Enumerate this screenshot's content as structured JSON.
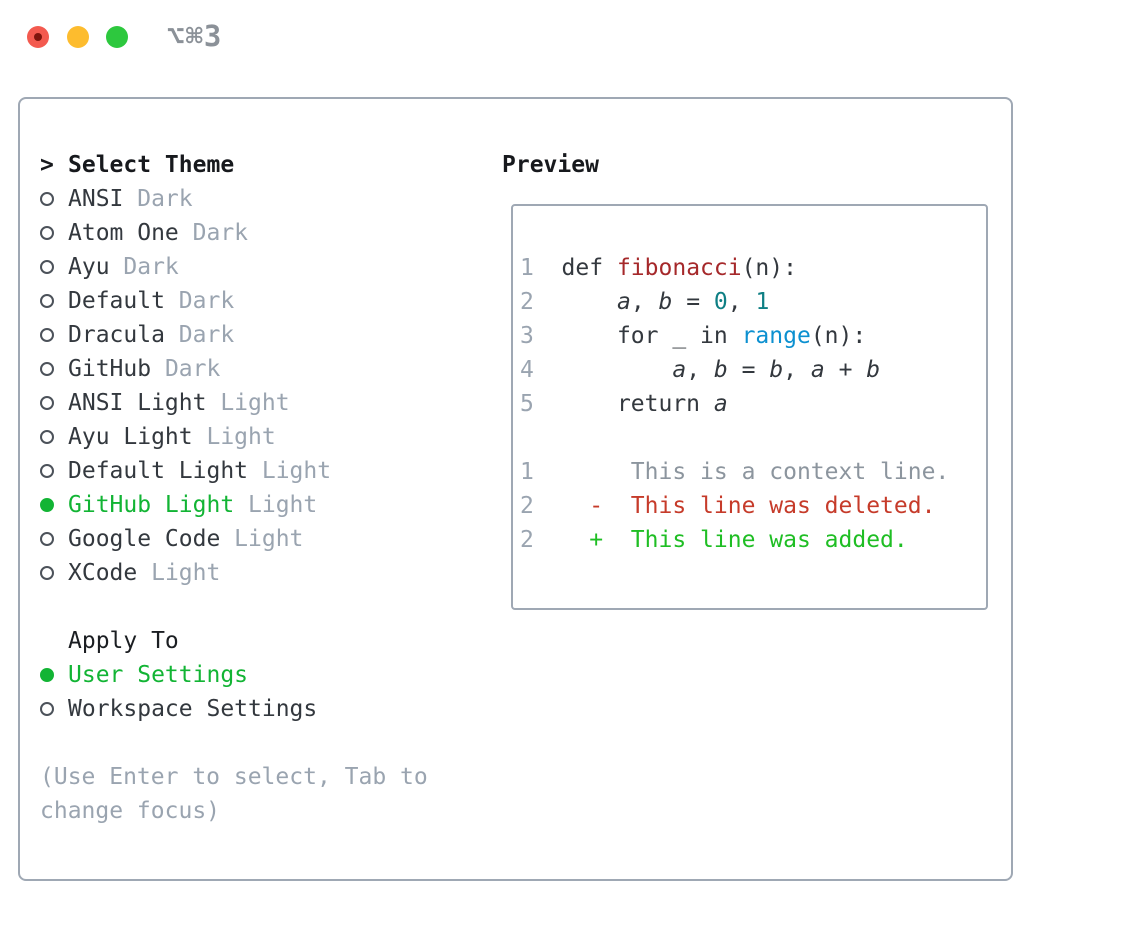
{
  "window": {
    "title": "⌥⌘3",
    "traffic_lights": [
      {
        "name": "close",
        "color": "#f35a4f"
      },
      {
        "name": "minimize",
        "color": "#fdbc2e"
      },
      {
        "name": "zoom",
        "color": "#2dc83e"
      }
    ]
  },
  "theme_picker": {
    "cursor": ">",
    "heading": "Select Theme",
    "items": [
      {
        "name": "ANSI",
        "variant": "Dark",
        "selected": false
      },
      {
        "name": "Atom One",
        "variant": "Dark",
        "selected": false
      },
      {
        "name": "Ayu",
        "variant": "Dark",
        "selected": false
      },
      {
        "name": "Default",
        "variant": "Dark",
        "selected": false
      },
      {
        "name": "Dracula",
        "variant": "Dark",
        "selected": false
      },
      {
        "name": "GitHub",
        "variant": "Dark",
        "selected": false
      },
      {
        "name": "ANSI Light",
        "variant": "Light",
        "selected": false
      },
      {
        "name": "Ayu Light",
        "variant": "Light",
        "selected": false
      },
      {
        "name": "Default Light",
        "variant": "Light",
        "selected": false
      },
      {
        "name": "GitHub Light",
        "variant": "Light",
        "selected": true
      },
      {
        "name": "Google Code",
        "variant": "Light",
        "selected": false
      },
      {
        "name": "XCode",
        "variant": "Light",
        "selected": false
      }
    ]
  },
  "apply_to": {
    "heading": "Apply To",
    "options": [
      {
        "name": "User Settings",
        "selected": true
      },
      {
        "name": "Workspace Settings",
        "selected": false
      }
    ]
  },
  "help_text": "(Use Enter to select, Tab to change focus)",
  "preview": {
    "heading": "Preview",
    "lines": [
      {
        "num": "1",
        "tokens": [
          [
            "  def ",
            "d"
          ],
          [
            "fibonacci",
            "func"
          ],
          [
            "(n):",
            "d"
          ]
        ]
      },
      {
        "num": "2",
        "tokens": [
          [
            "      ",
            "d"
          ],
          [
            "a",
            "var"
          ],
          [
            ", ",
            "d"
          ],
          [
            "b",
            "var"
          ],
          [
            " = ",
            "d"
          ],
          [
            "0",
            "num"
          ],
          [
            ", ",
            "d"
          ],
          [
            "1",
            "num"
          ]
        ]
      },
      {
        "num": "3",
        "tokens": [
          [
            "      for _ in ",
            "d"
          ],
          [
            "range",
            "builtin"
          ],
          [
            "(n):",
            "d"
          ]
        ]
      },
      {
        "num": "4",
        "tokens": [
          [
            "          ",
            "d"
          ],
          [
            "a",
            "var"
          ],
          [
            ", ",
            "d"
          ],
          [
            "b",
            "var"
          ],
          [
            " = ",
            "d"
          ],
          [
            "b",
            "var"
          ],
          [
            ", ",
            "d"
          ],
          [
            "a",
            "var"
          ],
          [
            " + ",
            "d"
          ],
          [
            "b",
            "var"
          ]
        ]
      },
      {
        "num": "5",
        "tokens": [
          [
            "      return ",
            "d"
          ],
          [
            "a",
            "var"
          ]
        ]
      },
      {
        "num": "",
        "tokens": []
      },
      {
        "num": "1",
        "tokens": [
          [
            "       This is a context line.",
            "ctx"
          ]
        ]
      },
      {
        "num": "2",
        "tokens": [
          [
            "    ",
            "d"
          ],
          [
            "-  This line was deleted.",
            "del"
          ]
        ]
      },
      {
        "num": "2",
        "tokens": [
          [
            "    ",
            "d"
          ],
          [
            "+  This line was added.",
            "add"
          ]
        ]
      }
    ]
  },
  "colors": {
    "accent_green": "#12b434",
    "diff_added": "#1fbe24",
    "diff_deleted": "#c63b2a",
    "diff_context": "#8c959e",
    "function_red": "#a5282a",
    "number_teal": "#0e7f84",
    "builtin_blue": "#0c90d0",
    "muted_gray": "#9aa4b0",
    "text_dark": "#33383e",
    "border_gray": "#9fa8b4",
    "traffic_red": "#f35a4f",
    "traffic_red_dot": "#7e150d",
    "traffic_yellow": "#fdbc2e",
    "traffic_green": "#2dc83e"
  }
}
